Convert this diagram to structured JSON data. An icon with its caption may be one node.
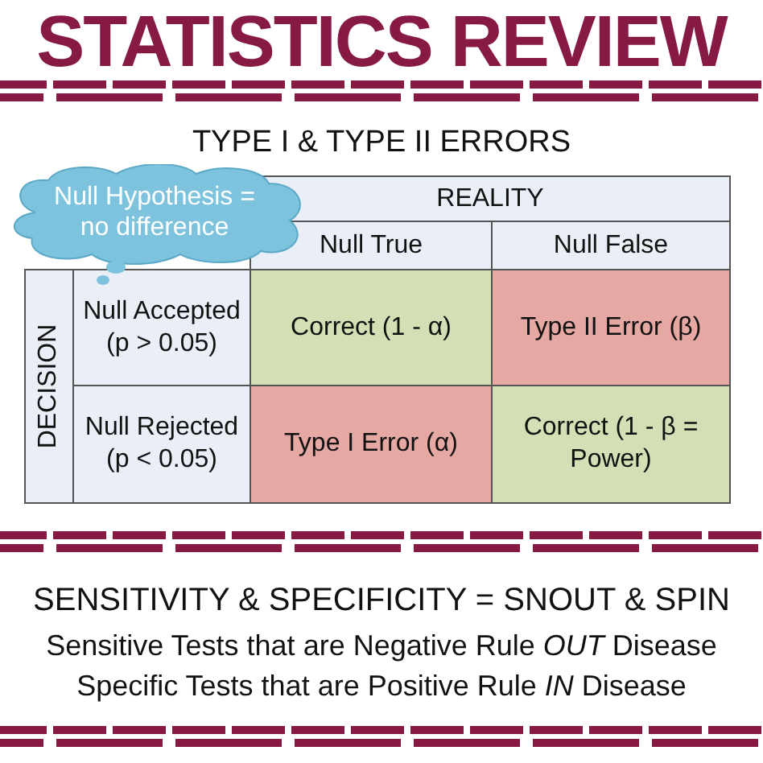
{
  "diagram": {
    "title": "STATISTICS REVIEW",
    "nodes": [
      {
        "text": [
          "Null Hypothesis = no difference"
        ]
      }
    ],
    "labels": [
      "TYPE I & TYPE II ERRORS",
      "REALITY",
      "Null True",
      "Null False",
      "DECISION",
      "Null Accepted (p > 0.05)",
      "Correct (1 - α)",
      "Type II Error (β)",
      "Null Rejected (p < 0.05)",
      "Type I Error (α)",
      "Correct (1 - β = Power)",
      "SENSITIVITY & SPECIFICITY = SNOUT & SPIN",
      "Sensitive Tests that are Negative Rule *OUT* Disease",
      "Specific Tests that are Positive Rule *IN* Disease"
    ]
  }
}
